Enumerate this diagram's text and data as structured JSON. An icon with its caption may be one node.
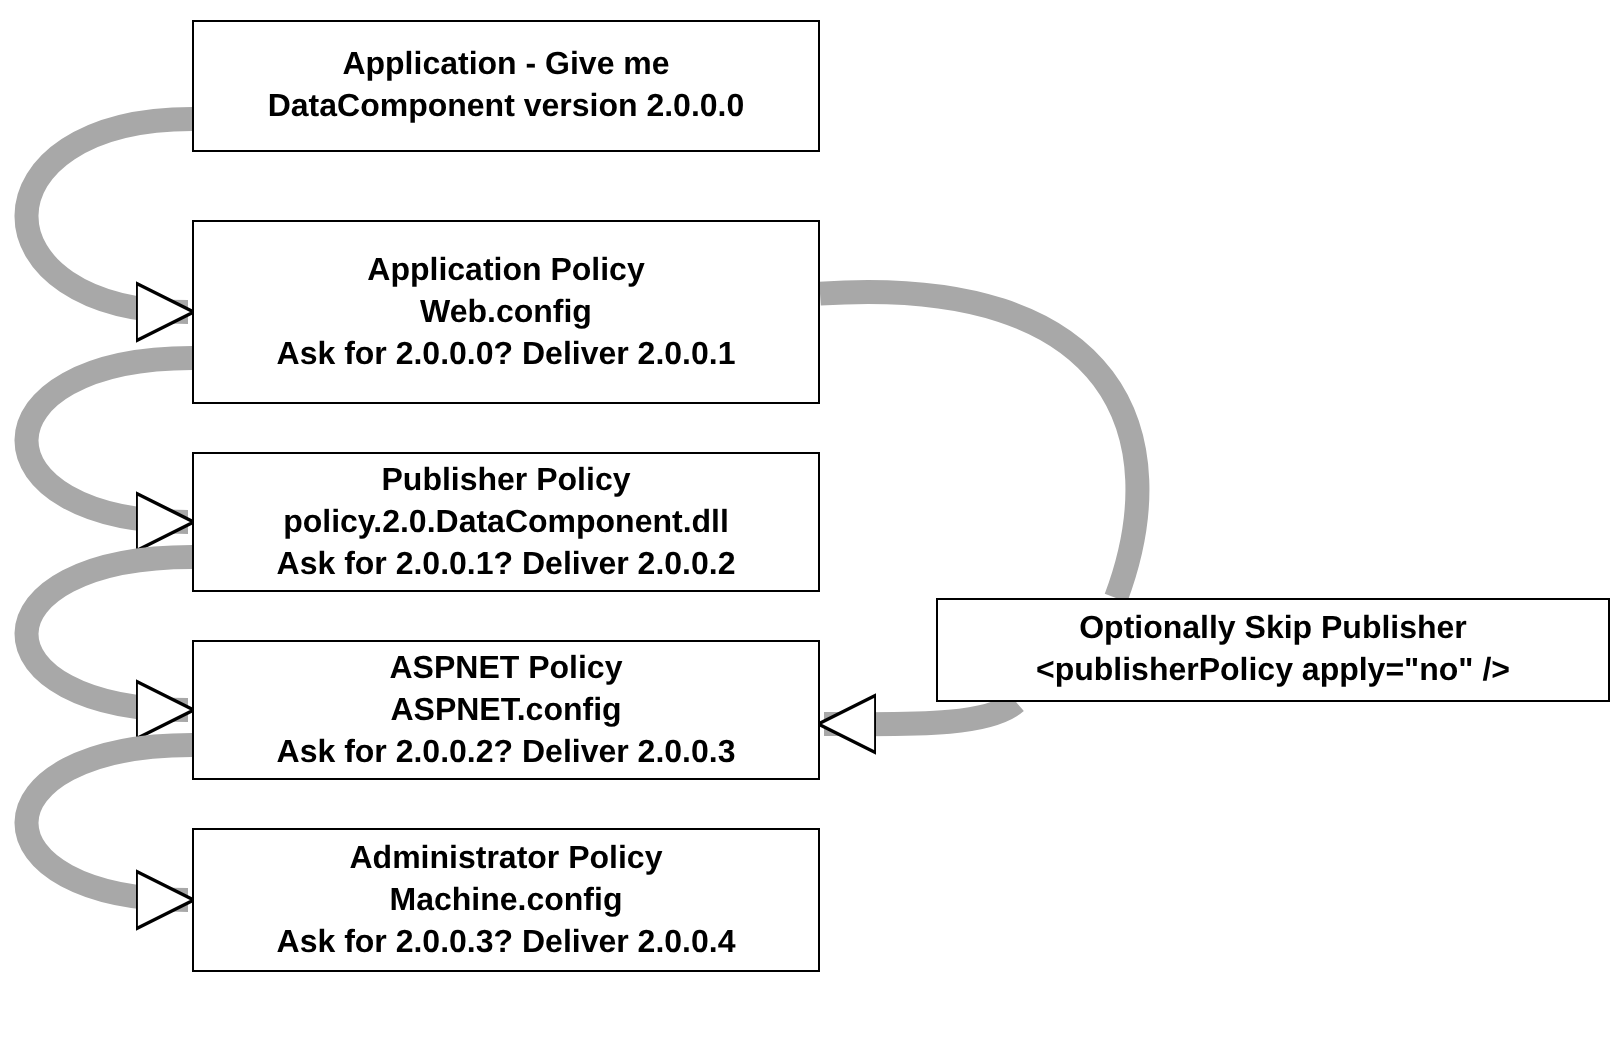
{
  "diagram": {
    "nodes": [
      {
        "text": [
          "Application - Give me DataComponent version 2.0.0.0"
        ]
      },
      {
        "text": [
          "Application Policy",
          "Web.config",
          "Ask for 2.0.0.0? Deliver 2.0.0.1"
        ]
      },
      {
        "text": [
          "Publisher Policy",
          "policy.2.0.DataComponent.dll",
          "Ask for 2.0.0.1? Deliver 2.0.0.2"
        ]
      },
      {
        "text": [
          "ASPNET Policy",
          "ASPNET.config",
          "Ask for 2.0.0.2? Deliver 2.0.0.3"
        ]
      },
      {
        "text": [
          "Administrator Policy",
          "Machine.config",
          "Ask for 2.0.0.3? Deliver 2.0.0.4"
        ]
      },
      {
        "text": [
          "Optionally Skip Publisher",
          "<publisherPolicy apply=\"no\" />"
        ]
      }
    ],
    "edges": [
      {
        "from": 0,
        "to": 1,
        "arrow": "to"
      },
      {
        "from": 1,
        "to": 2,
        "arrow": "to"
      },
      {
        "from": 2,
        "to": 3,
        "arrow": "to"
      },
      {
        "from": 3,
        "to": 4,
        "arrow": "to"
      },
      {
        "from": 1,
        "to": 5,
        "arrow": "none"
      },
      {
        "from": 5,
        "to": 3,
        "arrow": "to"
      }
    ]
  }
}
